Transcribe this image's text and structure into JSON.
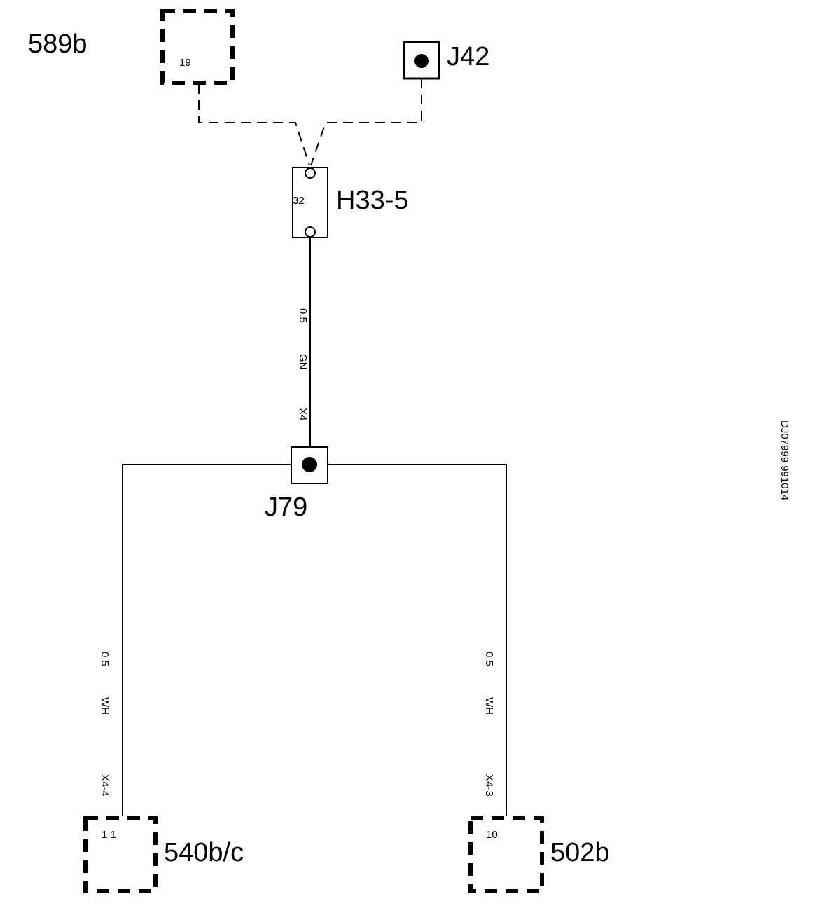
{
  "page_id": "589b",
  "reference": "DJ07999 991014",
  "components": {
    "c19": {
      "pin": "19"
    },
    "j42": {
      "label": "J42"
    },
    "h33": {
      "label": "H33-5",
      "pin": "32"
    },
    "j79": {
      "label": "J79"
    },
    "c540": {
      "label": "540b/c",
      "pin": "1 1"
    },
    "c502": {
      "label": "502b",
      "pin": "10"
    }
  },
  "wires": {
    "main": {
      "size": "0.5",
      "color": "GN",
      "connector": "X4"
    },
    "left": {
      "size": "0.5",
      "color": "WH",
      "connector": "X4-4"
    },
    "right": {
      "size": "0.5",
      "color": "WH",
      "connector": "X4-3"
    }
  }
}
